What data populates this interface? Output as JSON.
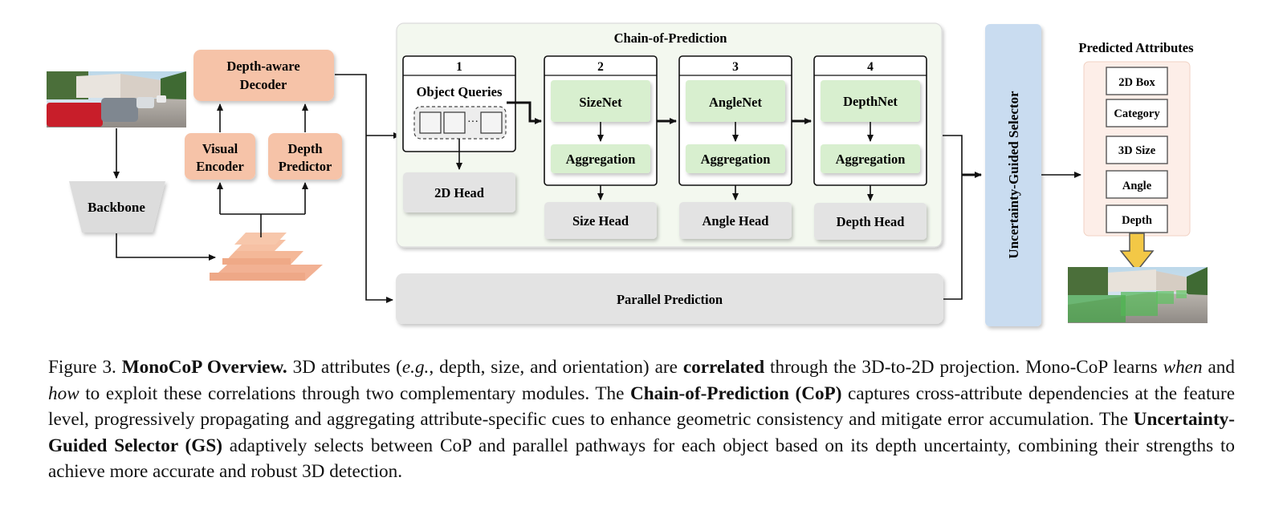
{
  "diagram": {
    "backbone": "Backbone",
    "visual_encoder": [
      "Visual",
      "Encoder"
    ],
    "depth_predictor": [
      "Depth",
      "Predictor"
    ],
    "depth_aware_decoder": [
      "Depth-aware",
      "Decoder"
    ],
    "chain_title": "Chain-of-Prediction",
    "stage_numbers": [
      "1",
      "2",
      "3",
      "4"
    ],
    "object_queries": "Object Queries",
    "query_ellipsis": "···",
    "nets": [
      "SizeNet",
      "AngleNet",
      "DepthNet"
    ],
    "aggregation": "Aggregation",
    "heads": [
      "2D Head",
      "Size Head",
      "Angle Head",
      "Depth Head"
    ],
    "parallel_prediction": "Parallel Prediction",
    "selector": "Uncertainty-Guided Selector",
    "predicted_title": "Predicted Attributes",
    "attributes": [
      "2D Box",
      "Category",
      "3D Size",
      "Angle",
      "Depth"
    ]
  },
  "caption": {
    "label": "Figure 3.",
    "title": "MonoCoP Overview.",
    "t1": " 3D attributes (",
    "eg": "e.g.",
    "t2": ", depth, size, and orientation) are ",
    "correlated": "correlated",
    "t3": " through the 3D-to-2D projection. Mono-CoP learns ",
    "when": "when",
    "t4": " and ",
    "how": "how",
    "t5": " to exploit these correlations through two complementary modules. The ",
    "cop": "Chain-of-Prediction (CoP)",
    "t6": " captures cross-attribute dependencies at the feature level, progressively propagating and aggregating attribute-specific cues to enhance geometric consistency and mitigate error accumulation. The ",
    "gs": "Uncertainty-Guided Selector (GS)",
    "t7": " adaptively selects between CoP and parallel pathways for each object based on its depth uncertainty, combining their strengths to achieve more accurate and robust 3D detection."
  },
  "colors": {
    "salmon": "#f6c3a8",
    "green_fill": "#d8efcf",
    "gray_fill": "#e3e3e3",
    "chain_bg": "#f3f8ef",
    "selector_blue": "#c9dcf0",
    "attr_bg": "#fdeee8",
    "arrow_yellow": "#f3c846"
  },
  "icons": [
    "street-photo",
    "detection-result-photo",
    "feature-pyramid",
    "down-arrow-icon"
  ]
}
